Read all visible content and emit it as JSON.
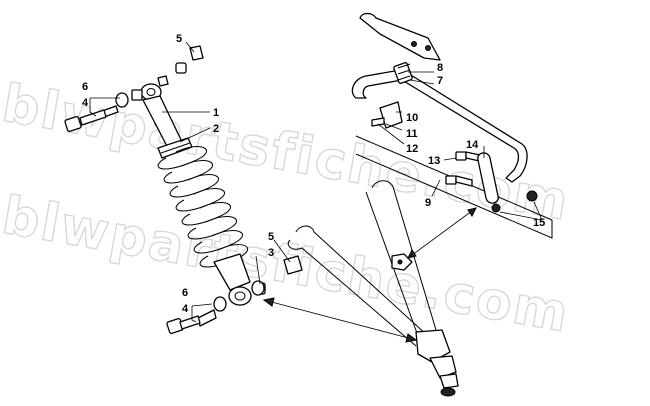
{
  "watermark": {
    "upper": "blwpartsfiche.com",
    "lower": "blwpartsfiche.com"
  },
  "callouts": [
    {
      "id": "c1",
      "text": "1"
    },
    {
      "id": "c2",
      "text": "2"
    },
    {
      "id": "c3",
      "text": "3"
    },
    {
      "id": "c4a",
      "text": "4"
    },
    {
      "id": "c4b",
      "text": "4"
    },
    {
      "id": "c5a",
      "text": "5"
    },
    {
      "id": "c5b",
      "text": "5"
    },
    {
      "id": "c6a",
      "text": "6"
    },
    {
      "id": "c6b",
      "text": "6"
    },
    {
      "id": "c7",
      "text": "7"
    },
    {
      "id": "c8",
      "text": "8"
    },
    {
      "id": "c9",
      "text": "9"
    },
    {
      "id": "c10",
      "text": "10"
    },
    {
      "id": "c11",
      "text": "11"
    },
    {
      "id": "c12",
      "text": "12"
    },
    {
      "id": "c13",
      "text": "13"
    },
    {
      "id": "c14",
      "text": "14"
    },
    {
      "id": "c15",
      "text": "15"
    }
  ]
}
